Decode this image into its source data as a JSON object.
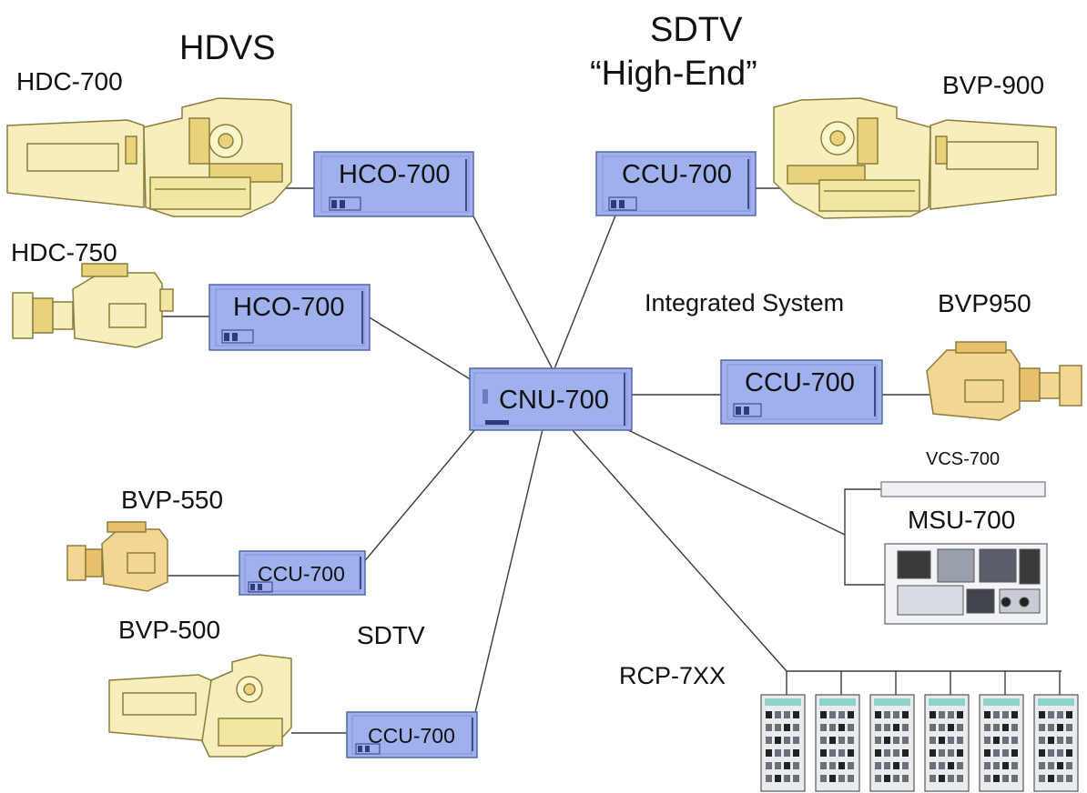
{
  "headings": {
    "hdvs": "HDVS",
    "sdtv_line1": "SDTV",
    "sdtv_line2": "“High-End”",
    "integrated": "Integrated System",
    "sdtv_bottom": "SDTV"
  },
  "cameras": {
    "hdc700": "HDC-700",
    "hdc750": "HDC-750",
    "bvp900": "BVP-900",
    "bvp950": "BVP950",
    "bvp550": "BVP-550",
    "bvp500": "BVP-500"
  },
  "units": {
    "hco_top": "HCO-700",
    "hco_mid": "HCO-700",
    "ccu_top": "CCU-700",
    "ccu_mid": "CCU-700",
    "ccu_550": "CCU-700",
    "ccu_500": "CCU-700",
    "cnu": "CNU-700"
  },
  "control": {
    "vcs": "VCS-700",
    "msu": "MSU-700",
    "rcp": "RCP-7XX",
    "rcp_count": 6
  },
  "colors": {
    "unit_fill": "#9fb1ec",
    "unit_edge": "#5566a8",
    "camera_body": "#f6efbd",
    "camera_edge": "#8a7d3c",
    "camera_dark": "#e8d27a",
    "line": "#3a3a3a"
  }
}
